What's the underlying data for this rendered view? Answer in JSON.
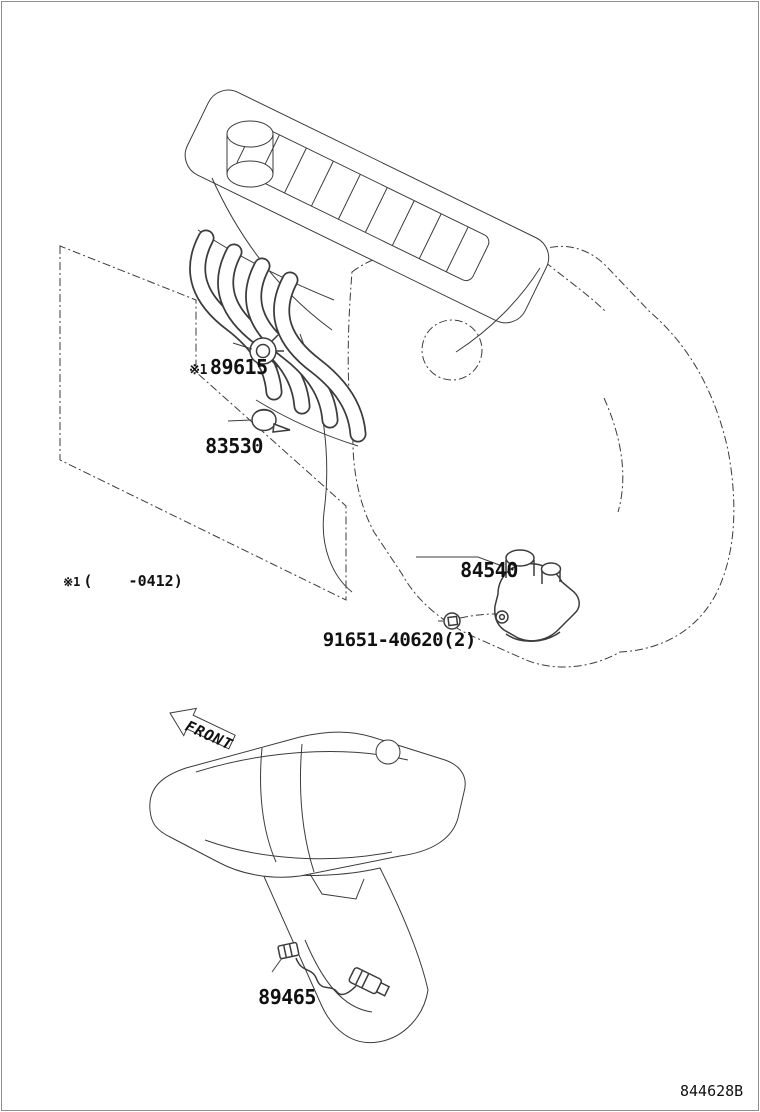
{
  "page": {
    "background": "#ffffff",
    "line_color": "#3c3c3c",
    "text_color": "#111111",
    "border_color": "#8f8f8f",
    "diagram_code": "844628B"
  },
  "callouts": {
    "c89615": {
      "prefix": "※1",
      "number": "89615"
    },
    "c83530": {
      "number": "83530"
    },
    "c84540": {
      "number": "84540"
    },
    "c91651": {
      "number": "91651-40620(2)"
    },
    "c89465": {
      "number": "89465"
    }
  },
  "notes": {
    "applicability": {
      "prefix": "※1",
      "text": "(    -0412)"
    }
  },
  "front_arrow": {
    "label": "FRONT"
  }
}
